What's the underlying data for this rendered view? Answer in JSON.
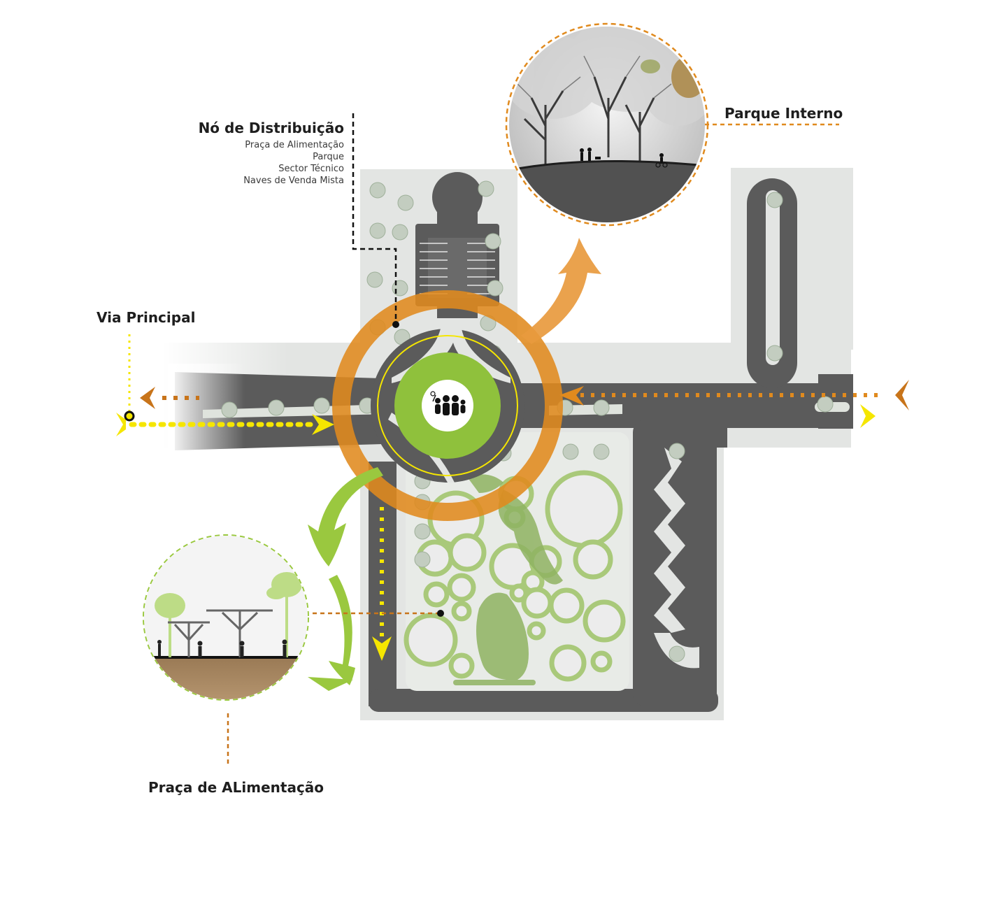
{
  "node": {
    "title": "Nó de Distribuição",
    "items": [
      "Praça de Alimentação",
      "Parque",
      "Sector Técnico",
      "Naves de Venda Mista"
    ]
  },
  "labels": {
    "via_principal": "Via Principal",
    "parque_interno": "Parque Interno",
    "praca_alimentacao": "Praça de ALimentação"
  },
  "icons": {
    "center": "family-icon",
    "park_view": "park-trees-vignette",
    "food_court_view": "canopy-palms-vignette"
  },
  "colors": {
    "road": "#5b5b5b",
    "site": "#e3e5e3",
    "orange": "#e08a1e",
    "green": "#8fc13c",
    "yellow": "#f5e600",
    "dark_orange": "#c8741a"
  }
}
